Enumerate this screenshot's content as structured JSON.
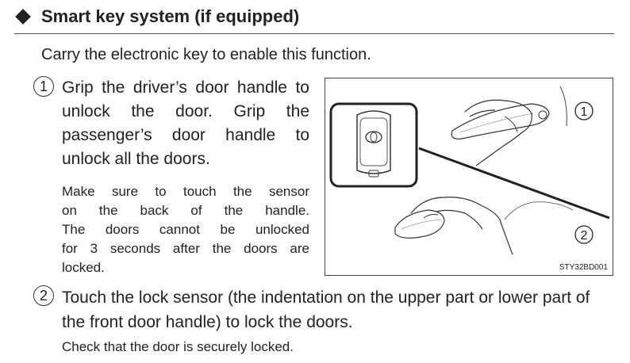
{
  "section": {
    "title": "Smart key system (if equipped)",
    "intro": "Carry the electronic key to enable this function."
  },
  "steps": [
    {
      "number": "1",
      "text": "Grip the driver’s door handle to unlock the door. Grip the passenger’s door handle to unlock all the doors.",
      "notes": [
        "Make sure to touch the sensor",
        "on the back of the handle.",
        "The doors cannot be unlocked",
        "for 3 seconds after the doors are",
        "locked."
      ]
    },
    {
      "number": "2",
      "text": "Touch the lock sensor (the indentation on the upper part or lower part of the front door handle) to lock the doors.",
      "notes": [
        "Check that the door is securely locked."
      ]
    }
  ],
  "figure": {
    "callouts": [
      "1",
      "2"
    ],
    "code": "STY32BD001",
    "icons": [
      "electronic-key-icon",
      "door-handle-grip-icon",
      "door-handle-touch-icon"
    ]
  }
}
